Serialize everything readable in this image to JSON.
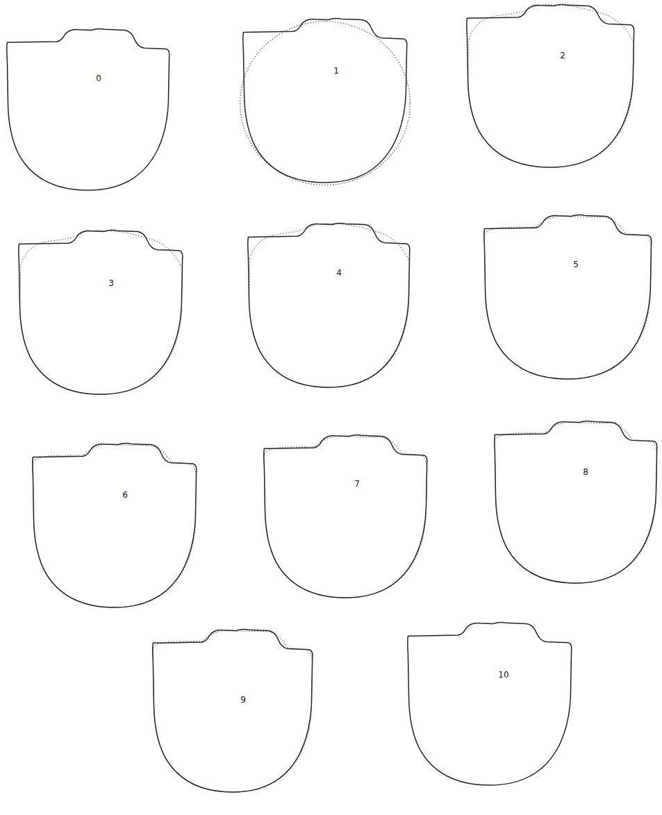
{
  "diagram": {
    "nodes": [
      {
        "text": [
          "0"
        ]
      },
      {
        "text": [
          "1"
        ]
      },
      {
        "text": [
          "2"
        ]
      },
      {
        "text": [
          "3"
        ]
      },
      {
        "text": [
          "4"
        ]
      },
      {
        "text": [
          "5"
        ]
      },
      {
        "text": [
          "6"
        ]
      },
      {
        "text": [
          "7"
        ]
      },
      {
        "text": [
          "8"
        ]
      },
      {
        "text": [
          "9"
        ]
      },
      {
        "text": [
          "10"
        ]
      }
    ]
  }
}
